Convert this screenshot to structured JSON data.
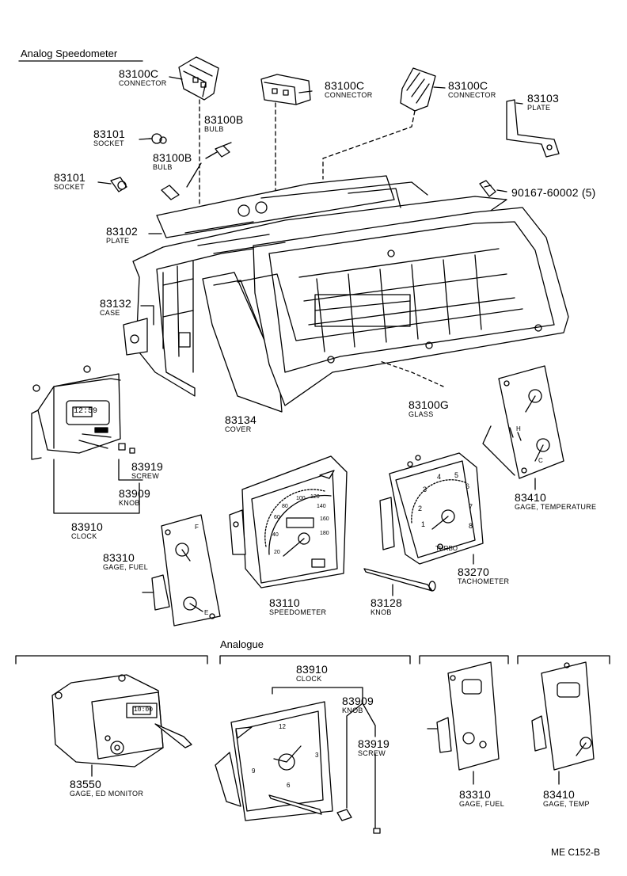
{
  "header": {
    "title": "Analog Speedometer",
    "section2": "Analogue"
  },
  "drawing_code": "ME C152-B",
  "parts": [
    {
      "key": "conn1",
      "pn": "83100C",
      "desc": "CONNECTOR"
    },
    {
      "key": "conn2",
      "pn": "83100C",
      "desc": "CONNECTOR"
    },
    {
      "key": "conn3",
      "pn": "83100C",
      "desc": "CONNECTOR"
    },
    {
      "key": "plate_r",
      "pn": "83103",
      "desc": "PLATE"
    },
    {
      "key": "bulb1",
      "pn": "83100B",
      "desc": "BULB"
    },
    {
      "key": "socket1",
      "pn": "83101",
      "desc": "SOCKET"
    },
    {
      "key": "bulb2",
      "pn": "83100B",
      "desc": "BULB"
    },
    {
      "key": "socket2",
      "pn": "83101",
      "desc": "SOCKET"
    },
    {
      "key": "bolt",
      "pn": "90167-60002 (5)",
      "desc": ""
    },
    {
      "key": "plate",
      "pn": "83102",
      "desc": "PLATE"
    },
    {
      "key": "case",
      "pn": "83132",
      "desc": "CASE"
    },
    {
      "key": "glass",
      "pn": "83100G",
      "desc": "GLASS"
    },
    {
      "key": "cover",
      "pn": "83134",
      "desc": "COVER"
    },
    {
      "key": "screw1",
      "pn": "83919",
      "desc": "SCREW"
    },
    {
      "key": "knob1",
      "pn": "83909",
      "desc": "KNOB"
    },
    {
      "key": "clock1",
      "pn": "83910",
      "desc": "CLOCK"
    },
    {
      "key": "gage_temp1",
      "pn": "83410",
      "desc": "GAGE, TEMPERATURE"
    },
    {
      "key": "tach",
      "pn": "83270",
      "desc": "TACHOMETER"
    },
    {
      "key": "gage_fuel1",
      "pn": "83310",
      "desc": "GAGE, FUEL"
    },
    {
      "key": "speedo",
      "pn": "83110",
      "desc": "SPEEDOMETER"
    },
    {
      "key": "knob_tach",
      "pn": "83128",
      "desc": "KNOB"
    },
    {
      "key": "clock2",
      "pn": "83910",
      "desc": "CLOCK"
    },
    {
      "key": "knob2",
      "pn": "83909",
      "desc": "KNOB"
    },
    {
      "key": "screw2",
      "pn": "83919",
      "desc": "SCREW"
    },
    {
      "key": "ed_mon",
      "pn": "83550",
      "desc": "GAGE, ED MONITOR"
    },
    {
      "key": "gage_fuel2",
      "pn": "83310",
      "desc": "GAGE, FUEL"
    },
    {
      "key": "gage_temp2",
      "pn": "83410",
      "desc": "GAGE, TEMP"
    }
  ],
  "face_text": {
    "clock_display": "12:59",
    "ed_display": "10:00",
    "tacho_brand": "TURBO",
    "speedo_numbers": [
      "20",
      "40",
      "60",
      "80",
      "100",
      "120",
      "140",
      "160",
      "180"
    ],
    "tach_numbers": [
      "1",
      "2",
      "3",
      "4",
      "5",
      "6",
      "7",
      "8"
    ],
    "clock_numbers": [
      "12",
      "3",
      "6",
      "9"
    ],
    "gauge_marks": [
      "H",
      "C",
      "F",
      "E"
    ]
  }
}
